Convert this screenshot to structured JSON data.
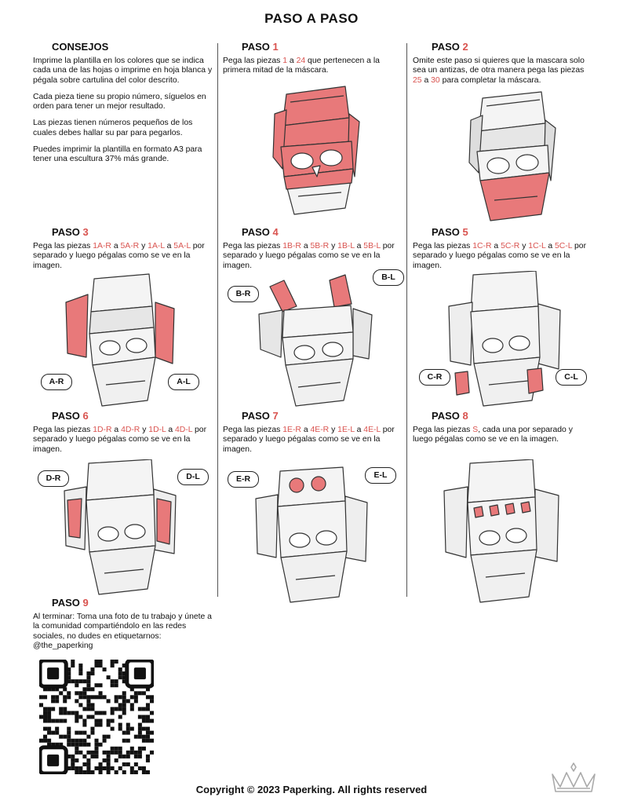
{
  "title": "PASO A PASO",
  "consejos": {
    "heading": "CONSEJOS",
    "paragraphs": [
      "Imprime la plantilla en los colores que se indica cada una de las hojas o imprime en hoja blanca y pégala sobre cartulina del color descrito.",
      "Cada pieza tiene su propio número, síguelos en orden para tener un mejor resultado.",
      "Las piezas tienen números pequeños de los cuales debes hallar su par para pegarlos.",
      "Puedes imprimir la plantilla en formato A3 para tener una escultura 37% más grande."
    ]
  },
  "steps": [
    {
      "label": "PASO",
      "num": "1",
      "text": [
        {
          "t": "Pega las piezas "
        },
        {
          "t": "1",
          "r": true
        },
        {
          "t": " a "
        },
        {
          "t": "24",
          "r": true
        },
        {
          "t": " que pertenecen a la primera mitad de la máscara."
        }
      ],
      "callouts": []
    },
    {
      "label": "PASO",
      "num": "2",
      "text": [
        {
          "t": "Omite este paso si quieres que la mascara solo sea un antizas, de otra manera pega las piezas "
        },
        {
          "t": "25",
          "r": true
        },
        {
          "t": " a "
        },
        {
          "t": "30",
          "r": true
        },
        {
          "t": " para completar la máscara."
        }
      ],
      "callouts": []
    },
    {
      "label": "PASO",
      "num": "3",
      "text": [
        {
          "t": "Pega las piezas "
        },
        {
          "t": "1A-R",
          "r": true
        },
        {
          "t": " a "
        },
        {
          "t": "5A-R",
          "r": true
        },
        {
          "t": " y "
        },
        {
          "t": "1A-L",
          "r": true
        },
        {
          "t": " a "
        },
        {
          "t": "5A-L",
          "r": true
        },
        {
          "t": " por separado y luego pégalas como se ve en la imagen."
        }
      ],
      "callouts": [
        "A-R",
        "A-L"
      ]
    },
    {
      "label": "PASO",
      "num": "4",
      "text": [
        {
          "t": "Pega las piezas "
        },
        {
          "t": "1B-R",
          "r": true
        },
        {
          "t": " a "
        },
        {
          "t": "5B-R",
          "r": true
        },
        {
          "t": " y "
        },
        {
          "t": "1B-L",
          "r": true
        },
        {
          "t": " a "
        },
        {
          "t": "5B-L",
          "r": true
        },
        {
          "t": " por separado y luego pégalas como se ve en la imagen."
        }
      ],
      "callouts": [
        "B-R",
        "B-L"
      ]
    },
    {
      "label": "PASO",
      "num": "5",
      "text": [
        {
          "t": "Pega las piezas "
        },
        {
          "t": "1C-R",
          "r": true
        },
        {
          "t": " a "
        },
        {
          "t": "5C-R",
          "r": true
        },
        {
          "t": " y "
        },
        {
          "t": "1C-L",
          "r": true
        },
        {
          "t": " a "
        },
        {
          "t": "5C-L",
          "r": true
        },
        {
          "t": " por separado y luego pégalas como se ve en la imagen."
        }
      ],
      "callouts": [
        "C-R",
        "C-L"
      ]
    },
    {
      "label": "PASO",
      "num": "6",
      "text": [
        {
          "t": "Pega las piezas "
        },
        {
          "t": "1D-R",
          "r": true
        },
        {
          "t": " a "
        },
        {
          "t": "4D-R",
          "r": true
        },
        {
          "t": " y "
        },
        {
          "t": "1D-L",
          "r": true
        },
        {
          "t": " a "
        },
        {
          "t": "4D-L",
          "r": true
        },
        {
          "t": " por separado y luego pégalas como se ve en la imagen."
        }
      ],
      "callouts": [
        "D-R",
        "D-L"
      ]
    },
    {
      "label": "PASO",
      "num": "7",
      "text": [
        {
          "t": "Pega las piezas "
        },
        {
          "t": "1E-R",
          "r": true
        },
        {
          "t": " a "
        },
        {
          "t": "4E-R",
          "r": true
        },
        {
          "t": " y "
        },
        {
          "t": "1E-L",
          "r": true
        },
        {
          "t": " a "
        },
        {
          "t": "4E-L",
          "r": true
        },
        {
          "t": " por separado y luego pégalas como se ve en la imagen."
        }
      ],
      "callouts": [
        "E-R",
        "E-L"
      ]
    },
    {
      "label": "PASO",
      "num": "8",
      "text": [
        {
          "t": "Pega las piezas "
        },
        {
          "t": "S",
          "r": true
        },
        {
          "t": ", cada una por separado y luego pégalas como se ve en la imagen."
        }
      ],
      "callouts": []
    },
    {
      "label": "PASO",
      "num": "9",
      "text": [
        {
          "t": "Al terminar: Toma una foto de tu trabajo y únete a la comunidad compartiéndolo en las redes sociales, no dudes en etiquetarnos: @the_paperking"
        }
      ],
      "callouts": []
    }
  ],
  "footer": "Copyright © 2023 Paperking. All rights reserved",
  "colors": {
    "accent": "#d9534f",
    "piece": "#e8797a",
    "outline": "#333333"
  }
}
